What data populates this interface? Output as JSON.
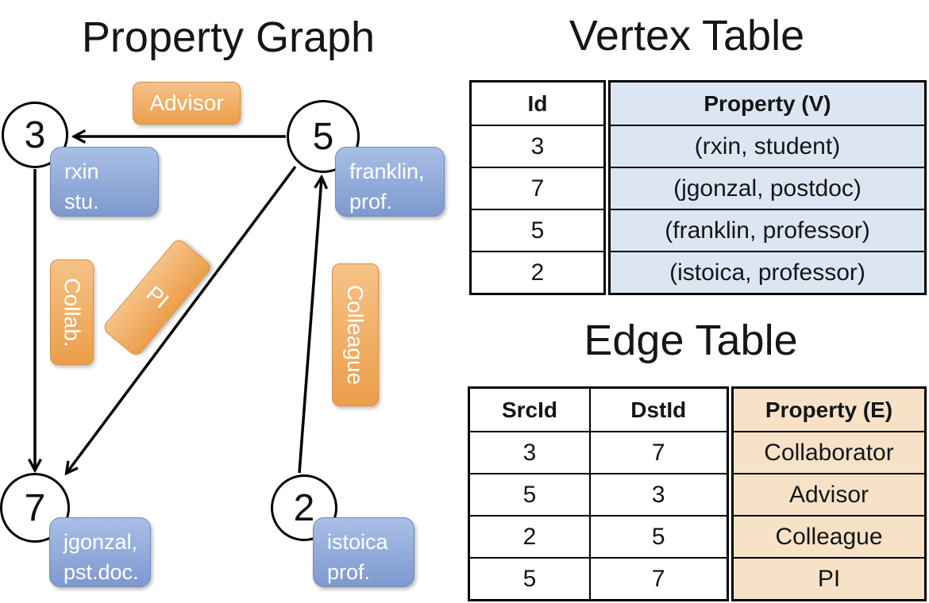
{
  "graph": {
    "title": "Property Graph",
    "nodes": [
      {
        "id": "3",
        "prop_line1": "rxin",
        "prop_line2": "stu."
      },
      {
        "id": "5",
        "prop_line1": "franklin,",
        "prop_line2": "prof."
      },
      {
        "id": "7",
        "prop_line1": "jgonzal,",
        "prop_line2": "pst.doc."
      },
      {
        "id": "2",
        "prop_line1": "istoica",
        "prop_line2": "prof."
      }
    ],
    "edge_labels": {
      "advisor": "Advisor",
      "collab": "Collab.",
      "pi": "PI",
      "colleague": "Colleague"
    }
  },
  "vertex_table": {
    "title": "Vertex Table",
    "headers": {
      "id": "Id",
      "property": "Property (V)"
    },
    "rows": [
      {
        "id": "3",
        "property": "(rxin, student)"
      },
      {
        "id": "7",
        "property": "(jgonzal, postdoc)"
      },
      {
        "id": "5",
        "property": "(franklin, professor)"
      },
      {
        "id": "2",
        "property": "(istoica, professor)"
      }
    ]
  },
  "edge_table": {
    "title": "Edge Table",
    "headers": {
      "src": "SrcId",
      "dst": "DstId",
      "property": "Property (E)"
    },
    "rows": [
      {
        "src": "3",
        "dst": "7",
        "property": "Collaborator"
      },
      {
        "src": "5",
        "dst": "3",
        "property": "Advisor"
      },
      {
        "src": "2",
        "dst": "5",
        "property": "Colleague"
      },
      {
        "src": "5",
        "dst": "7",
        "property": "PI"
      }
    ]
  },
  "colors": {
    "orange_top": "#f6c287",
    "orange_bottom": "#eb9e4a",
    "orange_border": "#d98f3e",
    "blue_top": "#a9bfe6",
    "blue_bottom": "#7d99cf",
    "blue_border": "#7189bd",
    "vertex_cell_bg": "#dce6f3",
    "edge_cell_bg": "#f7e2c8"
  }
}
